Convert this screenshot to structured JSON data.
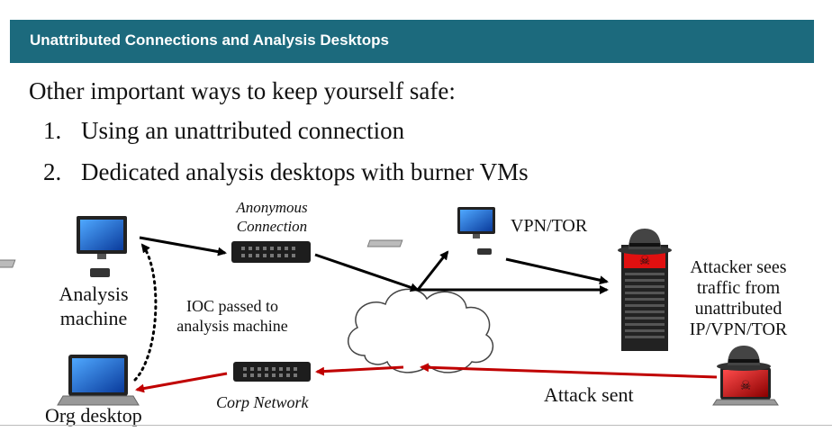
{
  "slide": {
    "title": "Unattributed Connections and Analysis Desktops",
    "intro": "Other important ways to keep yourself safe:",
    "items": [
      {
        "num": "1.",
        "text": "Using an unattributed connection"
      },
      {
        "num": "2.",
        "text": "Dedicated analysis desktops with burner VMs"
      }
    ]
  },
  "diagram": {
    "analysis_machine_line1": "Analysis",
    "analysis_machine_line2": "machine",
    "org_desktop": "Org desktop",
    "anonymous_line1": "Anonymous",
    "anonymous_line2": "Connection",
    "corp_network": "Corp Network",
    "ioc_line1": "IOC passed to",
    "ioc_line2": "analysis machine",
    "vpn_tor": "VPN/TOR",
    "attacker_line1": "Attacker sees",
    "attacker_line2": "traffic from",
    "attacker_line3": "unattributed",
    "attacker_line4": "IP/VPN/TOR",
    "attack_sent": "Attack sent"
  },
  "colors": {
    "header": "#1c6a7d",
    "attack_arrow": "#c00000",
    "arrow": "#000000"
  },
  "icons": [
    "desktop-monitor-icon",
    "laptop-icon",
    "network-device-icon",
    "cloud-icon",
    "server-rack-icon",
    "hacker-hat-icon"
  ]
}
